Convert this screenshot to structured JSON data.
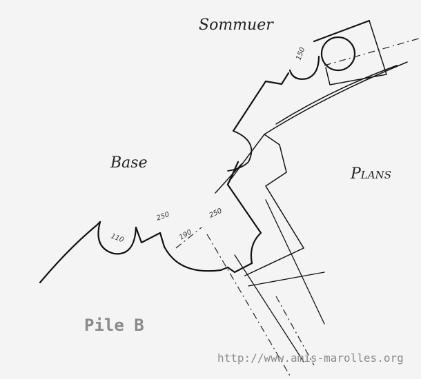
{
  "labels": {
    "sommier": "Sommuer",
    "base": "Base",
    "plans": "Plans",
    "title": "Pile B",
    "watermark": "http://www.amis-marolles.org"
  },
  "dimensions": {
    "d_110": "110",
    "d_250a": "250",
    "d_190": "190",
    "d_250b": "250",
    "d_150": "150"
  }
}
